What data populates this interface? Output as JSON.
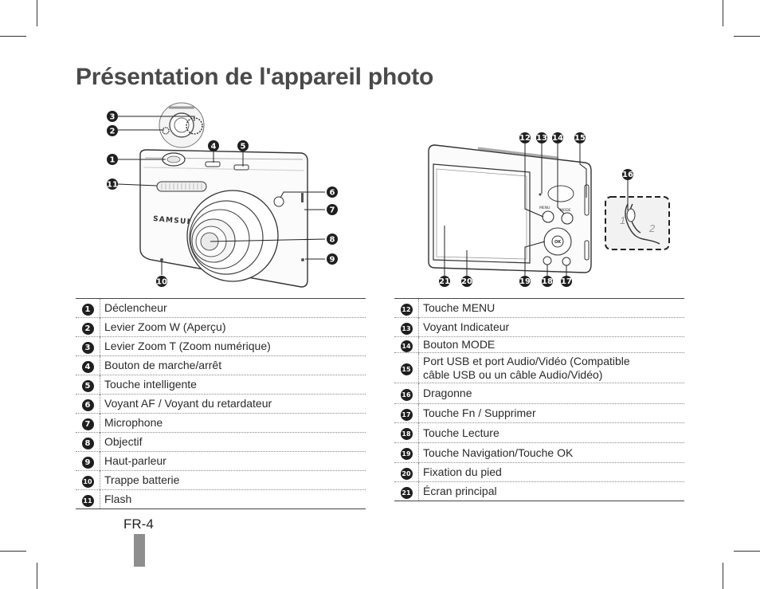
{
  "page": {
    "title": "Présentation de l'appareil photo",
    "page_number": "FR-4"
  },
  "figures": {
    "front_brand": "SAMSUNG",
    "front_callouts": [
      "1",
      "2",
      "3",
      "4",
      "5",
      "6",
      "7",
      "8",
      "9",
      "10",
      "11"
    ],
    "back_button_menu": "MENU",
    "back_button_mode": "MODE",
    "back_button_ok": "OK",
    "back_callouts": [
      "12",
      "13",
      "14",
      "15",
      "16",
      "17",
      "18",
      "19",
      "20",
      "21"
    ],
    "strap_steps": [
      "1",
      "2"
    ]
  },
  "left_table": {
    "rows": [
      {
        "num": "1",
        "label": "Déclencheur"
      },
      {
        "num": "2",
        "label": "Levier Zoom W (Aperçu)"
      },
      {
        "num": "3",
        "label": "Levier Zoom T (Zoom numérique)"
      },
      {
        "num": "4",
        "label": "Bouton de marche/arrêt"
      },
      {
        "num": "5",
        "label": "Touche intelligente"
      },
      {
        "num": "6",
        "label": "Voyant AF / Voyant du retardateur"
      },
      {
        "num": "7",
        "label": "Microphone"
      },
      {
        "num": "8",
        "label": "Objectif"
      },
      {
        "num": "9",
        "label": "Haut-parleur"
      },
      {
        "num": "10",
        "label": "Trappe batterie"
      },
      {
        "num": "11",
        "label": "Flash"
      }
    ]
  },
  "right_table": {
    "rows": [
      {
        "num": "12",
        "label": "Touche MENU"
      },
      {
        "num": "13",
        "label": "Voyant Indicateur"
      },
      {
        "num": "14",
        "label": "Bouton MODE"
      },
      {
        "num": "15",
        "label": "Port USB et port Audio/Vidéo (Compatible",
        "label2": "câble USB ou un câble Audio/Vidéo)"
      },
      {
        "num": "16",
        "label": "Dragonne"
      },
      {
        "num": "17",
        "label": "Touche Fn / Supprimer"
      },
      {
        "num": "18",
        "label": "Touche Lecture"
      },
      {
        "num": "19",
        "label": "Touche Navigation/Touche OK"
      },
      {
        "num": "20",
        "label": "Fixation du pied"
      },
      {
        "num": "21",
        "label": "Écran principal"
      }
    ]
  }
}
